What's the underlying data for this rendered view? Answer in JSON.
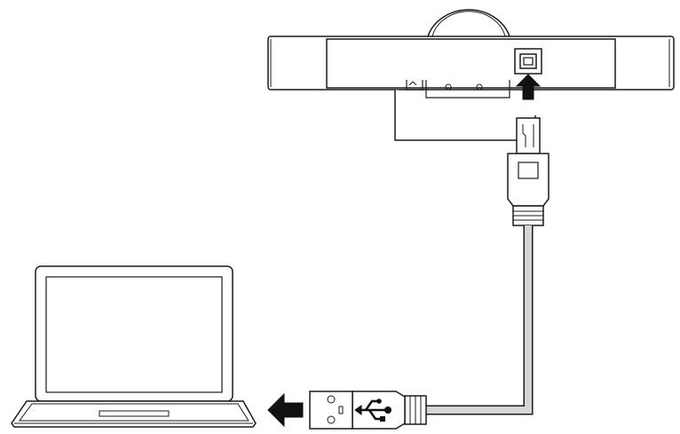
{
  "diagram": {
    "type": "connection-illustration",
    "devices": [
      {
        "id": "device",
        "shape": "device-with-usb-b-port"
      },
      {
        "id": "computer",
        "shape": "laptop"
      }
    ],
    "cable": {
      "from_connector": "usb-b",
      "to_connector": "usb-a",
      "symbol": "usb-icon"
    },
    "arrows": [
      {
        "target": "device-usb-port",
        "direction": "up"
      },
      {
        "target": "computer",
        "direction": "left"
      }
    ],
    "colors": {
      "line": "#1a1a1a",
      "arrow": "#111111",
      "cable_fill": "#d6d6d6",
      "background": "#ffffff"
    }
  }
}
